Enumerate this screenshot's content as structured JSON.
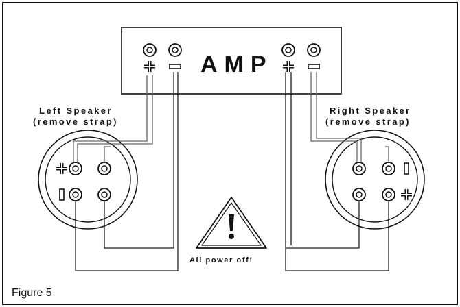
{
  "amp": {
    "label": "AMP"
  },
  "left_speaker": {
    "line1": "Left Speaker",
    "line2": "(remove strap)"
  },
  "right_speaker": {
    "line1": "Right Speaker",
    "line2": "(remove strap)"
  },
  "warning": {
    "text": "All power off!"
  },
  "figure": {
    "caption": "Figure 5"
  },
  "icons": {
    "terminal": "binding-post-icon",
    "plus": "plus-icon",
    "minus": "minus-icon",
    "warning": "warning-triangle-icon"
  },
  "colors": {
    "line": "#111111",
    "wire": "#666666",
    "background": "#ffffff"
  }
}
